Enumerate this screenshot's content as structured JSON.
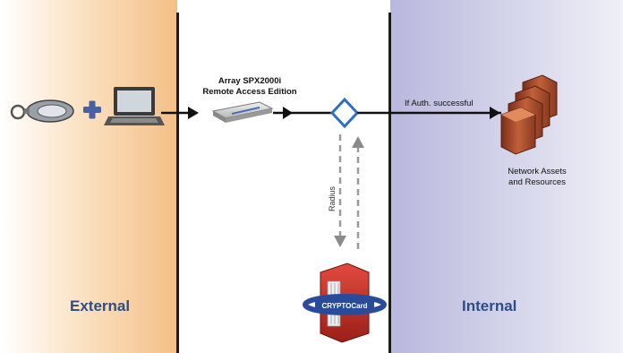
{
  "zones": {
    "external": {
      "label": "External"
    },
    "internal": {
      "label": "Internal"
    }
  },
  "nodes": {
    "device": {
      "line1": "Array SPX2000i",
      "line2": "Remote Access Edition"
    },
    "assets": {
      "line1": "Network Assets",
      "line2": "and Resources"
    },
    "cryptocard": {
      "text": "CRYPTOCard"
    }
  },
  "edges": {
    "auth": {
      "label": "If Auth. successful"
    },
    "radius": {
      "label": "Radius"
    }
  },
  "icons": [
    "key-fob-icon",
    "plus-icon",
    "laptop-icon",
    "appliance-icon",
    "decision-diamond-icon",
    "servers-icon",
    "cryptocard-server-icon"
  ],
  "colors": {
    "external_zone": "#f4bf86",
    "internal_zone": "#b9b8dd",
    "zone_label": "#2c4e86",
    "plus": "#4b5fa8",
    "servers": "#a84a2a",
    "cryptocard_red": "#c8302a",
    "cryptocard_ring": "#2a4a9a"
  }
}
